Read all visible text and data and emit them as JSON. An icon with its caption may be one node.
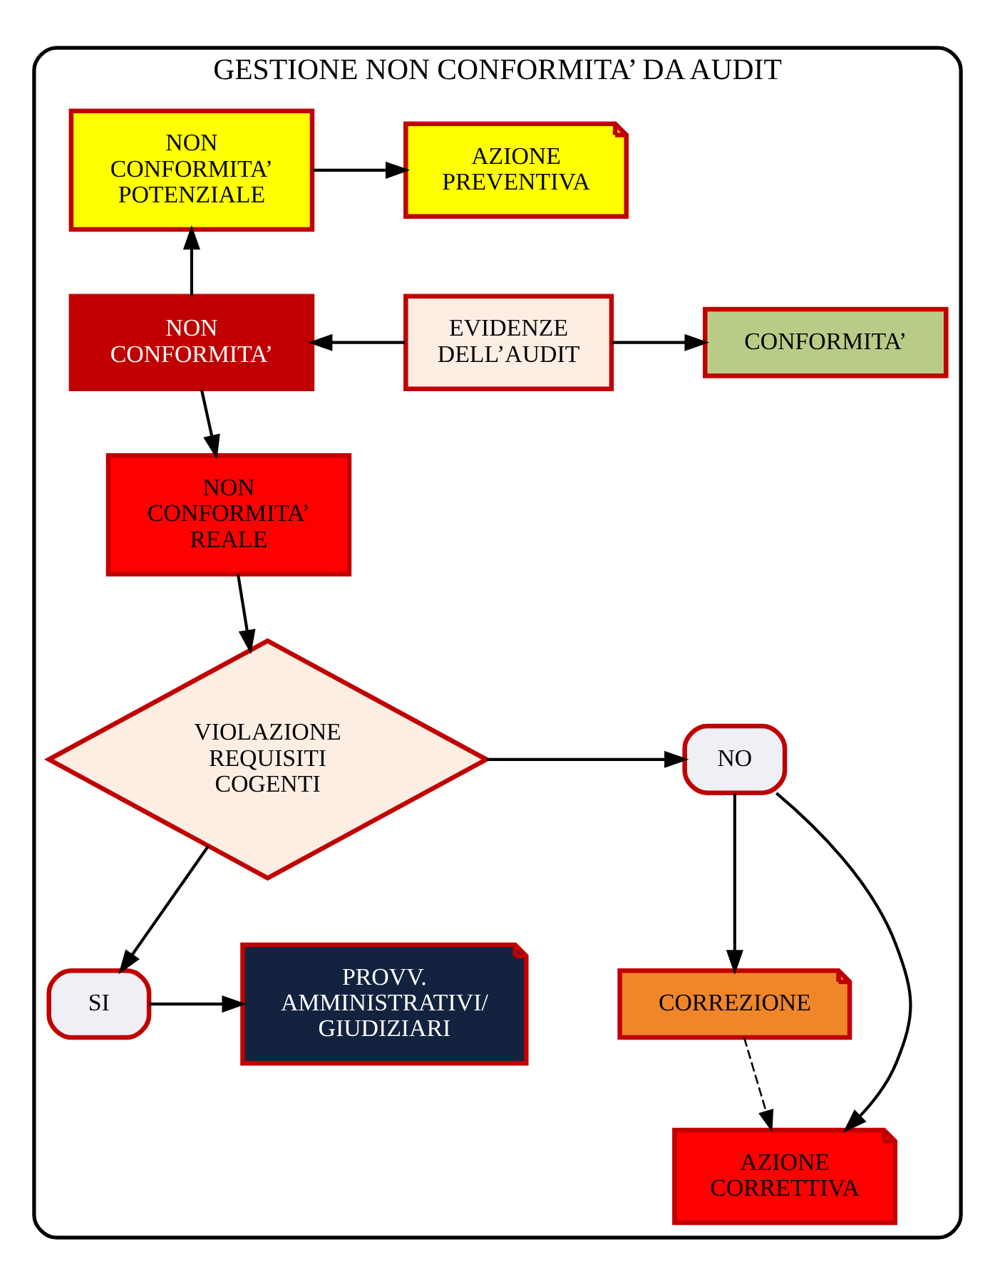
{
  "diagram": {
    "nodes": [
      {
        "text": [
          "GESTIONE NON CONFORMITA’ DA AUDIT"
        ]
      },
      {
        "text": [
          "NON CONFORMITA’ POTENZIALE"
        ],
        "in": 0
      },
      {
        "text": [
          "AZIONE PREVENTIVA"
        ],
        "in": 0
      },
      {
        "text": [
          "NON CONFORMITA’"
        ],
        "in": 0
      },
      {
        "text": [
          "EVIDENZE DELL’AUDIT"
        ],
        "in": 0
      },
      {
        "text": [
          "CONFORMITA’"
        ],
        "in": 0
      },
      {
        "text": [
          "NON CONFORMITA’ REALE"
        ],
        "in": 0
      },
      {
        "text": [
          "VIOLAZIONE REQUISITI COGENTI"
        ],
        "in": 0
      },
      {
        "text": [
          "NO"
        ],
        "in": 0
      },
      {
        "text": [
          "CORREZIONE"
        ],
        "in": 0
      },
      {
        "text": [
          "AZIONE CORRETTIVA"
        ],
        "in": 0
      },
      {
        "text": [
          "SI"
        ],
        "in": 0
      },
      {
        "text": [
          "PROVV. AMMINISTRATIVI/ GIUDIZIARI"
        ],
        "in": 0
      }
    ],
    "edges": [
      {
        "from": 1,
        "to": 2,
        "arrow": "to"
      },
      {
        "from": 3,
        "to": 1,
        "arrow": "to"
      },
      {
        "from": 4,
        "to": 3,
        "arrow": "to"
      },
      {
        "from": 4,
        "to": 5,
        "arrow": "to"
      },
      {
        "from": 3,
        "to": 6,
        "arrow": "to"
      },
      {
        "from": 6,
        "to": 7,
        "arrow": "to"
      },
      {
        "from": 7,
        "to": 8,
        "arrow": "to"
      },
      {
        "from": 8,
        "to": 9,
        "arrow": "to"
      },
      {
        "from": 8,
        "to": 10,
        "arrow": "to"
      },
      {
        "from": 9,
        "to": 10,
        "arrow": "to",
        "style": "dashed"
      },
      {
        "from": 7,
        "to": 11,
        "arrow": "to"
      },
      {
        "from": 11,
        "to": 12,
        "arrow": "to"
      }
    ]
  }
}
